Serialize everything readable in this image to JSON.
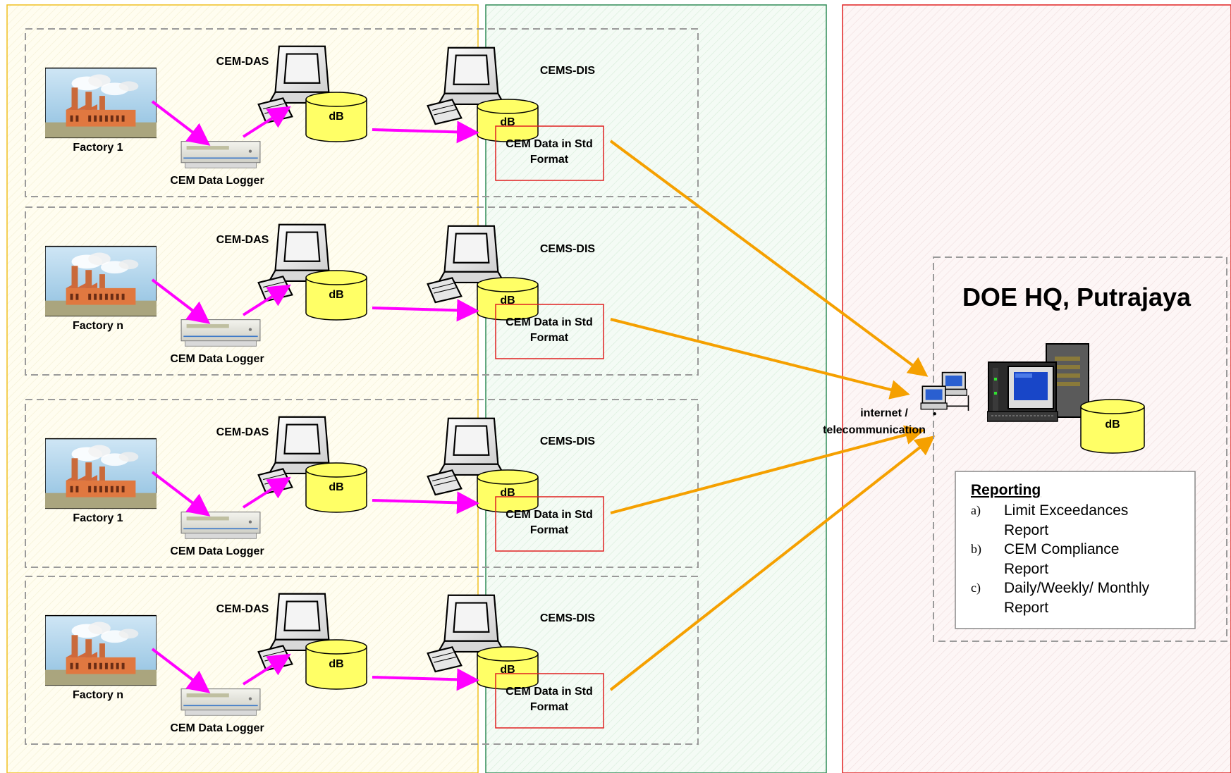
{
  "rows": [
    {
      "factory": "Factory 1",
      "das_label": "CEM-DAS",
      "dis_label": "CEMS-DIS",
      "logger_label": "CEM Data Logger",
      "db_das": "dB",
      "db_dis": "dB",
      "std_line1": "CEM Data in Std",
      "std_line2": "Format"
    },
    {
      "factory": "Factory n",
      "das_label": "CEM-DAS",
      "dis_label": "CEMS-DIS",
      "logger_label": "CEM Data Logger",
      "db_das": "dB",
      "db_dis": "dB",
      "std_line1": "CEM Data in Std",
      "std_line2": "Format"
    },
    {
      "factory": "Factory 1",
      "das_label": "CEM-DAS",
      "dis_label": "CEMS-DIS",
      "logger_label": "CEM Data Logger",
      "db_das": "dB",
      "db_dis": "dB",
      "std_line1": "CEM Data in Std",
      "std_line2": "Format"
    },
    {
      "factory": "Factory n",
      "das_label": "CEM-DAS",
      "dis_label": "CEMS-DIS",
      "logger_label": "CEM Data Logger",
      "db_das": "dB",
      "db_dis": "dB",
      "std_line1": "CEM Data in Std",
      "std_line2": "Format"
    }
  ],
  "network": {
    "line1": "internet /",
    "line2": "telecommunication"
  },
  "hq": {
    "title": "DOE HQ, Putrajaya",
    "db": "dB",
    "reporting": {
      "heading": "Reporting ",
      "items": [
        {
          "num": "a)",
          "lines": [
            "Limit Exceedances",
            "Report"
          ]
        },
        {
          "num": "b)",
          "lines": [
            "CEM Compliance",
            "Report"
          ]
        },
        {
          "num": "c)",
          "lines": [
            "Daily/Weekly/ Monthly",
            "Report"
          ]
        }
      ]
    }
  },
  "colors": {
    "factory_zone_border": "#f0c020",
    "factory_zone_fill": "#fffdf0",
    "dis_zone_border": "#2e8b57",
    "dis_zone_fill": "#f3fbf4",
    "hq_zone_border": "#e02020",
    "hq_zone_fill": "#fdf5f5",
    "local_arrow": "#ff00ff",
    "network_arrow": "#f5a000",
    "std_box_border": "#e02020",
    "db_fill": "#ffff66"
  }
}
